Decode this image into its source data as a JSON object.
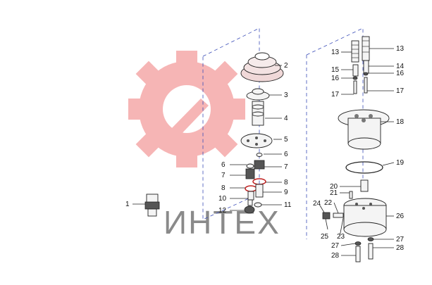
{
  "watermark": {
    "text": "ИНТЕХ",
    "gear_color": "#f07a7a",
    "text_color": "#8a8a8a"
  },
  "callouts": [
    {
      "label": "1"
    },
    {
      "label": "2"
    },
    {
      "label": "3"
    },
    {
      "label": "4"
    },
    {
      "label": "5"
    },
    {
      "label": "6"
    },
    {
      "label": "6"
    },
    {
      "label": "7"
    },
    {
      "label": "7"
    },
    {
      "label": "8"
    },
    {
      "label": "8"
    },
    {
      "label": "9"
    },
    {
      "label": "10"
    },
    {
      "label": "11"
    },
    {
      "label": "12"
    },
    {
      "label": "13"
    },
    {
      "label": "13"
    },
    {
      "label": "14"
    },
    {
      "label": "15"
    },
    {
      "label": "16"
    },
    {
      "label": "16"
    },
    {
      "label": "17"
    },
    {
      "label": "17"
    },
    {
      "label": "18"
    },
    {
      "label": "19"
    },
    {
      "label": "20"
    },
    {
      "label": "21"
    },
    {
      "label": "22"
    },
    {
      "label": "23"
    },
    {
      "label": "24"
    },
    {
      "label": "25"
    },
    {
      "label": "26"
    },
    {
      "label": "27"
    },
    {
      "label": "27"
    },
    {
      "label": "28"
    },
    {
      "label": "28"
    }
  ]
}
